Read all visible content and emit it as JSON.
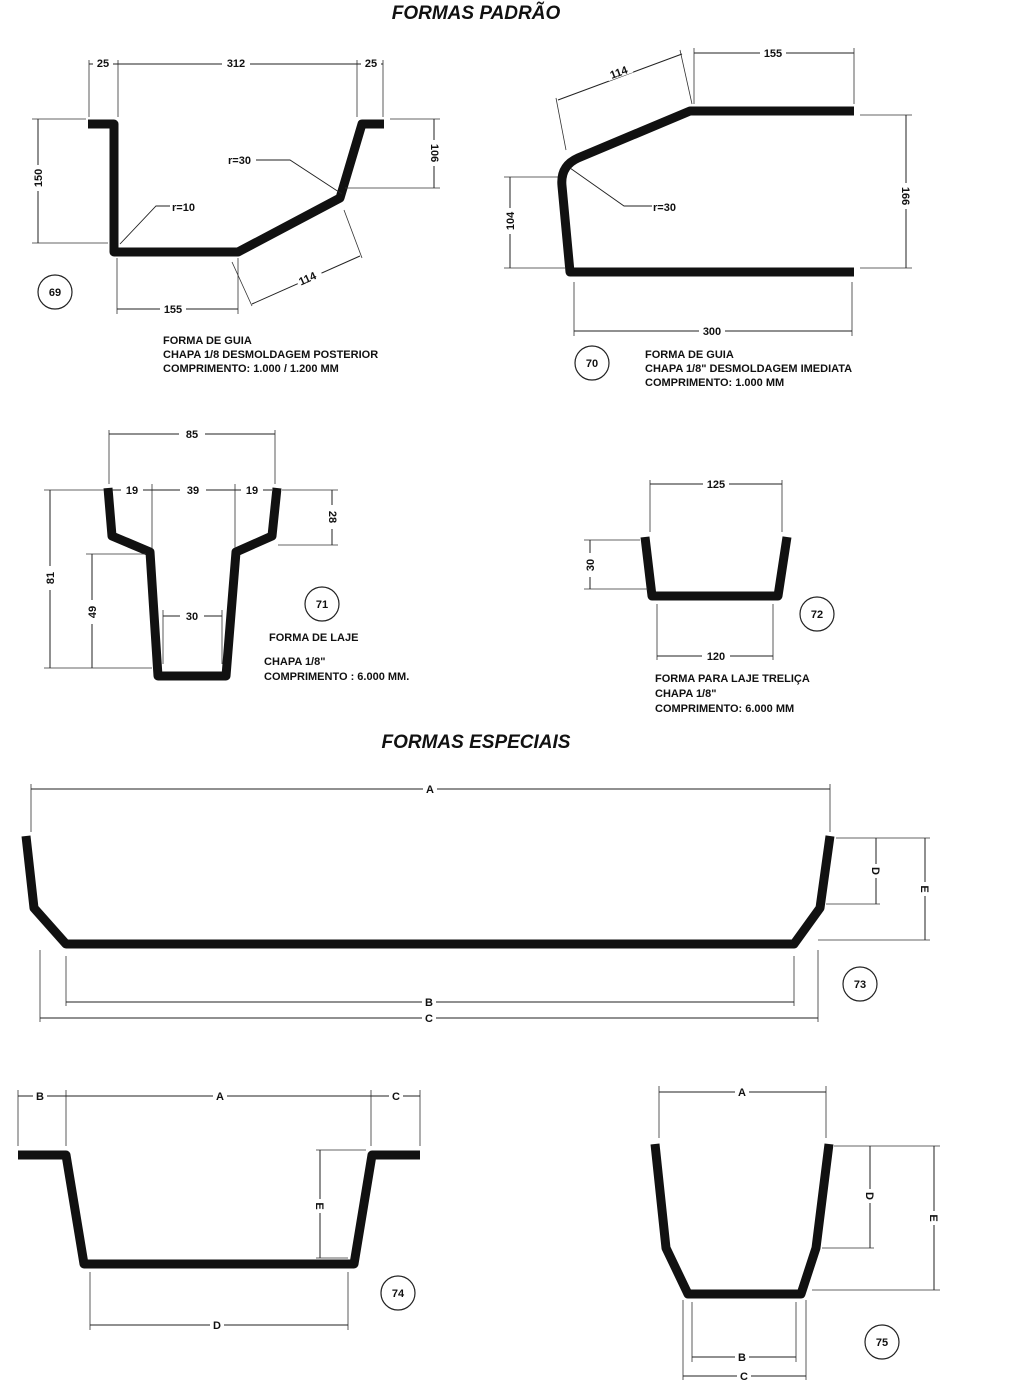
{
  "titles": {
    "standard": "FORMAS PADRÃO",
    "special": "FORMAS ESPECIAIS"
  },
  "f69": {
    "number": "69",
    "dims": {
      "left_flange": "25",
      "top": "312",
      "right_flange": "25",
      "height_left": "150",
      "height_right": "106",
      "bottom": "155",
      "slope": "114"
    },
    "radii": {
      "r1": "r=10",
      "r2": "r=30"
    },
    "notes": [
      "FORMA DE GUIA",
      "CHAPA 1/8 DESMOLDAGEM POSTERIOR",
      "COMPRIMENTO: 1.000 / 1.200 MM"
    ]
  },
  "f70": {
    "number": "70",
    "dims": {
      "slope": "114",
      "top": "155",
      "left_height": "104",
      "right_height": "166",
      "bottom": "300"
    },
    "radii": {
      "r1": "r=30"
    },
    "notes": [
      "FORMA DE GUIA",
      "CHAPA 1/8\" DESMOLDAGEM IMEDIATA",
      "COMPRIMENTO: 1.000 MM"
    ]
  },
  "f71": {
    "number": "71",
    "dims": {
      "top": "85",
      "seg_left": "19",
      "seg_mid": "39",
      "seg_right": "19",
      "right_height": "28",
      "total_height": "81",
      "lower_height": "49",
      "bottom": "30"
    },
    "notes": [
      "FORMA DE LAJE",
      "CHAPA 1/8\"",
      "COMPRIMENTO : 6.000 MM."
    ]
  },
  "f72": {
    "number": "72",
    "dims": {
      "top": "125",
      "height": "30",
      "bottom": "120"
    },
    "notes": [
      "FORMA PARA LAJE TRELIÇA",
      "CHAPA 1/8\"",
      "COMPRIMENTO: 6.000 MM"
    ]
  },
  "f73": {
    "number": "73",
    "labels": {
      "a": "A",
      "b": "B",
      "c": "C",
      "d": "D",
      "e": "E"
    }
  },
  "f74": {
    "number": "74",
    "labels": {
      "a": "A",
      "b": "B",
      "c": "C",
      "d": "D",
      "e": "E"
    }
  },
  "f75": {
    "number": "75",
    "labels": {
      "a": "A",
      "b": "B",
      "c": "C",
      "d": "D",
      "e": "E"
    }
  }
}
